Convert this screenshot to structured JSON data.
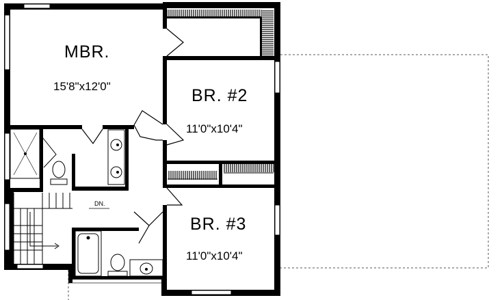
{
  "rooms": {
    "mbr": {
      "name": "MBR.",
      "dims": "15'8\"x12'0\""
    },
    "br2": {
      "name": "BR. #2",
      "dims": "11'0\"x10'4\""
    },
    "br3": {
      "name": "BR. #3",
      "dims": "11'0\"x10'4\""
    }
  },
  "stairs": {
    "label": "DN."
  }
}
